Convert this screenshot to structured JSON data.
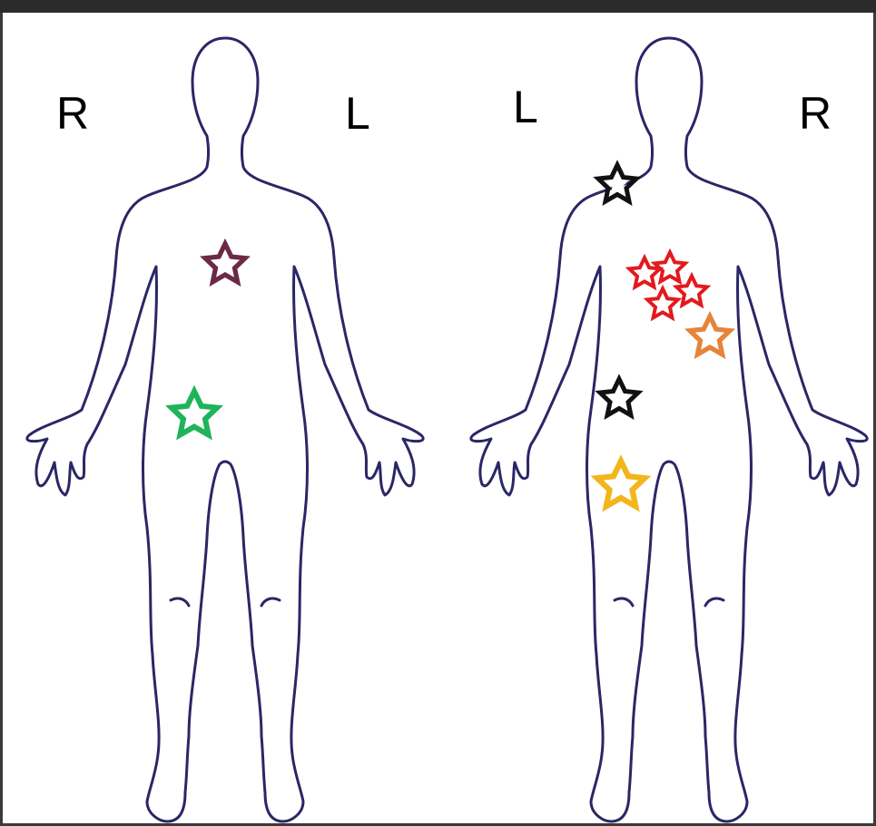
{
  "front_view": {
    "right_label": "R",
    "left_label": "L"
  },
  "back_view": {
    "left_label": "L",
    "right_label": "R"
  },
  "colors": {
    "outline": "#2a2766",
    "star_maroon": "#6b2a45",
    "star_green": "#1fb35a",
    "star_black": "#111111",
    "star_red": "#e3191e",
    "star_orange": "#e5843a",
    "star_yellow": "#f2b61c"
  },
  "markers": [
    {
      "id": "front-upper-abdomen",
      "color": "star_maroon"
    },
    {
      "id": "front-right-groin",
      "color": "star_green"
    },
    {
      "id": "back-left-shoulder",
      "color": "star_black"
    },
    {
      "id": "back-lower-back-1",
      "color": "star_red"
    },
    {
      "id": "back-lower-back-2",
      "color": "star_red"
    },
    {
      "id": "back-lower-back-3",
      "color": "star_red"
    },
    {
      "id": "back-lower-back-4",
      "color": "star_red"
    },
    {
      "id": "back-right-hip",
      "color": "star_orange"
    },
    {
      "id": "back-left-buttock",
      "color": "star_black"
    },
    {
      "id": "back-left-thigh",
      "color": "star_yellow"
    }
  ]
}
